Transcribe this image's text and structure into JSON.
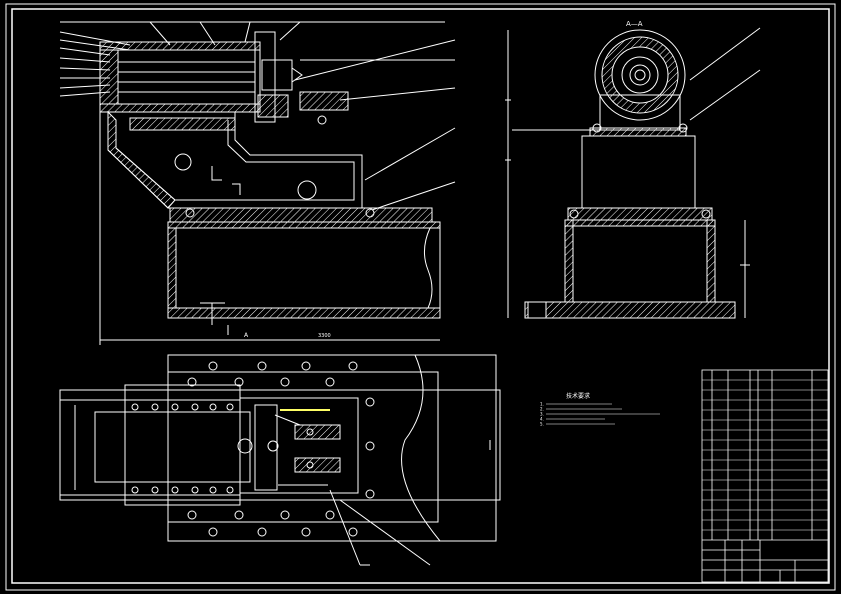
{
  "view_label": "A—A",
  "tech_requirements": {
    "title": "技术要求",
    "lines": [
      "1.",
      "2.",
      "3.",
      "4.",
      "5."
    ]
  },
  "dimensions": {
    "overall_width": "3300",
    "side_mark": "A"
  },
  "colors": {
    "background": "#000000",
    "line": "#ffffff",
    "highlight": "#ffff66"
  }
}
